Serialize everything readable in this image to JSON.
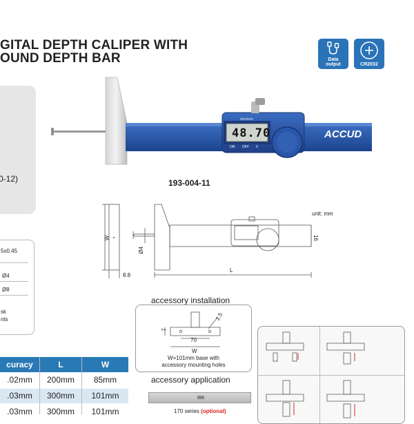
{
  "title": {
    "line1": "GITAL DEPTH CALIPER WITH",
    "line2": "OUND DEPTH BAR"
  },
  "badges": [
    {
      "label": "Data output",
      "label1": "Data",
      "label2": "output",
      "icon": "usb-cable-icon"
    },
    {
      "label": "CR2032",
      "icon": "battery-coin-icon"
    }
  ],
  "grey_panel": {
    "text": "0-12)"
  },
  "spec_box": {
    "line1": "5x0.45",
    "line2": "Ø4",
    "line3": "Ø8",
    "line4": "sk",
    "line5": "nts"
  },
  "product": {
    "display_value": "48.70",
    "brand": "ACCUD",
    "buttons": [
      "ON",
      "OFF",
      "0"
    ],
    "top_label": "mm/inch",
    "model": "193-004-11"
  },
  "drawing": {
    "unit": "unit: mm",
    "dim_w": "W",
    "dim_thickness": "8.8",
    "dim_dia": "Ø4",
    "dim_l": "L",
    "dim_16": "16"
  },
  "accessory_installation": {
    "title": "accessory installation",
    "dim_7": "7",
    "dim_25": "2.5",
    "dim_70": "70",
    "dim_w": "W",
    "note_line1": "W=101mm base with",
    "note_line2": "accessory mounting holes"
  },
  "accessory_application": {
    "title": "accessory application",
    "series_text": "170 series",
    "optional_text": "(optional)"
  },
  "table": {
    "headers": [
      "curacy",
      "L",
      "W"
    ],
    "rows": [
      [
        ".02mm",
        "200mm",
        "85mm"
      ],
      [
        ".03mm",
        "300mm",
        "101mm"
      ],
      [
        ".03mm",
        "300mm",
        "101mm"
      ]
    ]
  },
  "colors": {
    "accent": "#2a73b8",
    "beam": "#2356a8",
    "optional_red": "#d7261e"
  }
}
